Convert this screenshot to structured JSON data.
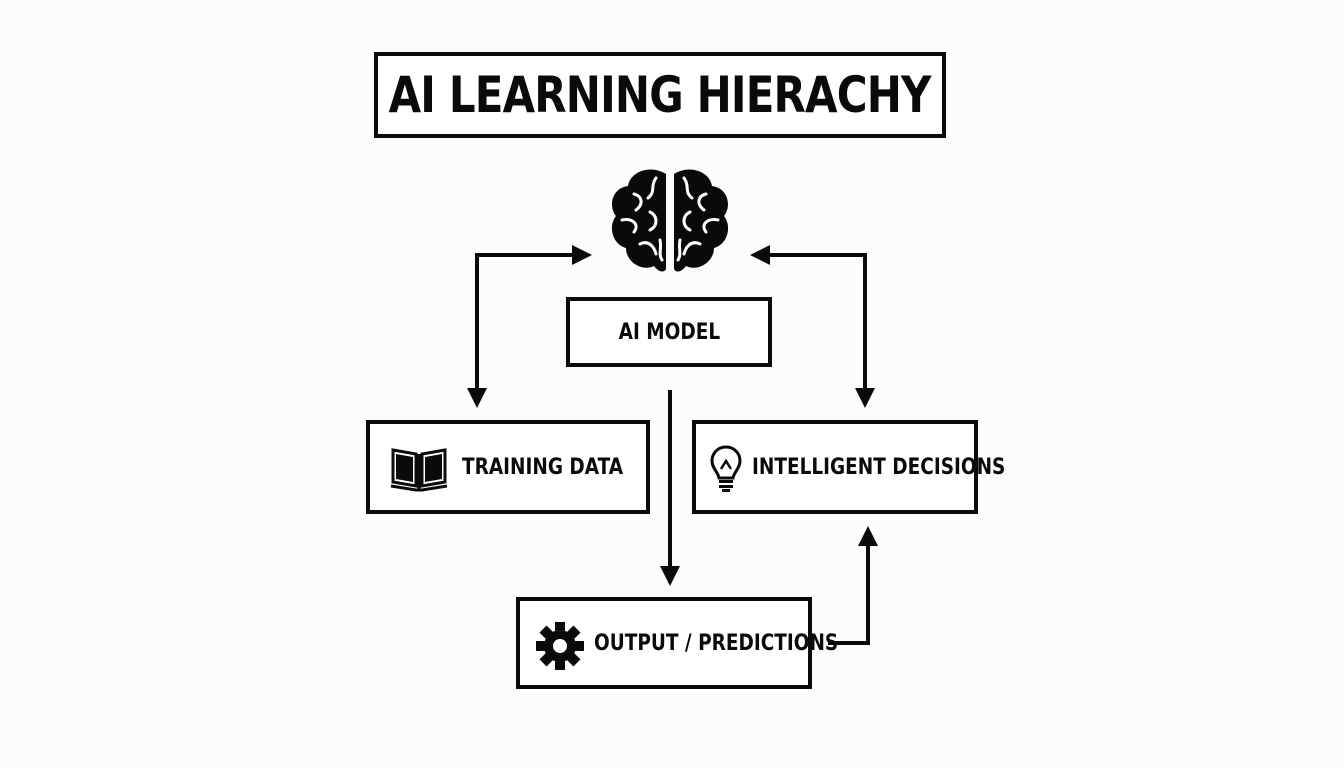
{
  "title": "AI LEARNING HIERACHY",
  "nodes": {
    "model": {
      "label": "AI MODEL",
      "icon": "brain-icon"
    },
    "training": {
      "label": "TRAINING DATA",
      "icon": "open-book-icon"
    },
    "decisions": {
      "label": "INTELLIGENT DECISIONS",
      "icon": "lightbulb-icon"
    },
    "output": {
      "label": "OUTPUT / PREDICTIONS",
      "icon": "gear-icon"
    }
  },
  "edges": [
    {
      "from": "model",
      "to": "training",
      "style": "bidirectional"
    },
    {
      "from": "model",
      "to": "decisions",
      "style": "bidirectional"
    },
    {
      "from": "model",
      "to": "output",
      "style": "arrow"
    },
    {
      "from": "output",
      "to": "decisions",
      "style": "arrow"
    }
  ],
  "colors": {
    "ink": "#0a0a0a",
    "background": "#fcfcfc"
  }
}
